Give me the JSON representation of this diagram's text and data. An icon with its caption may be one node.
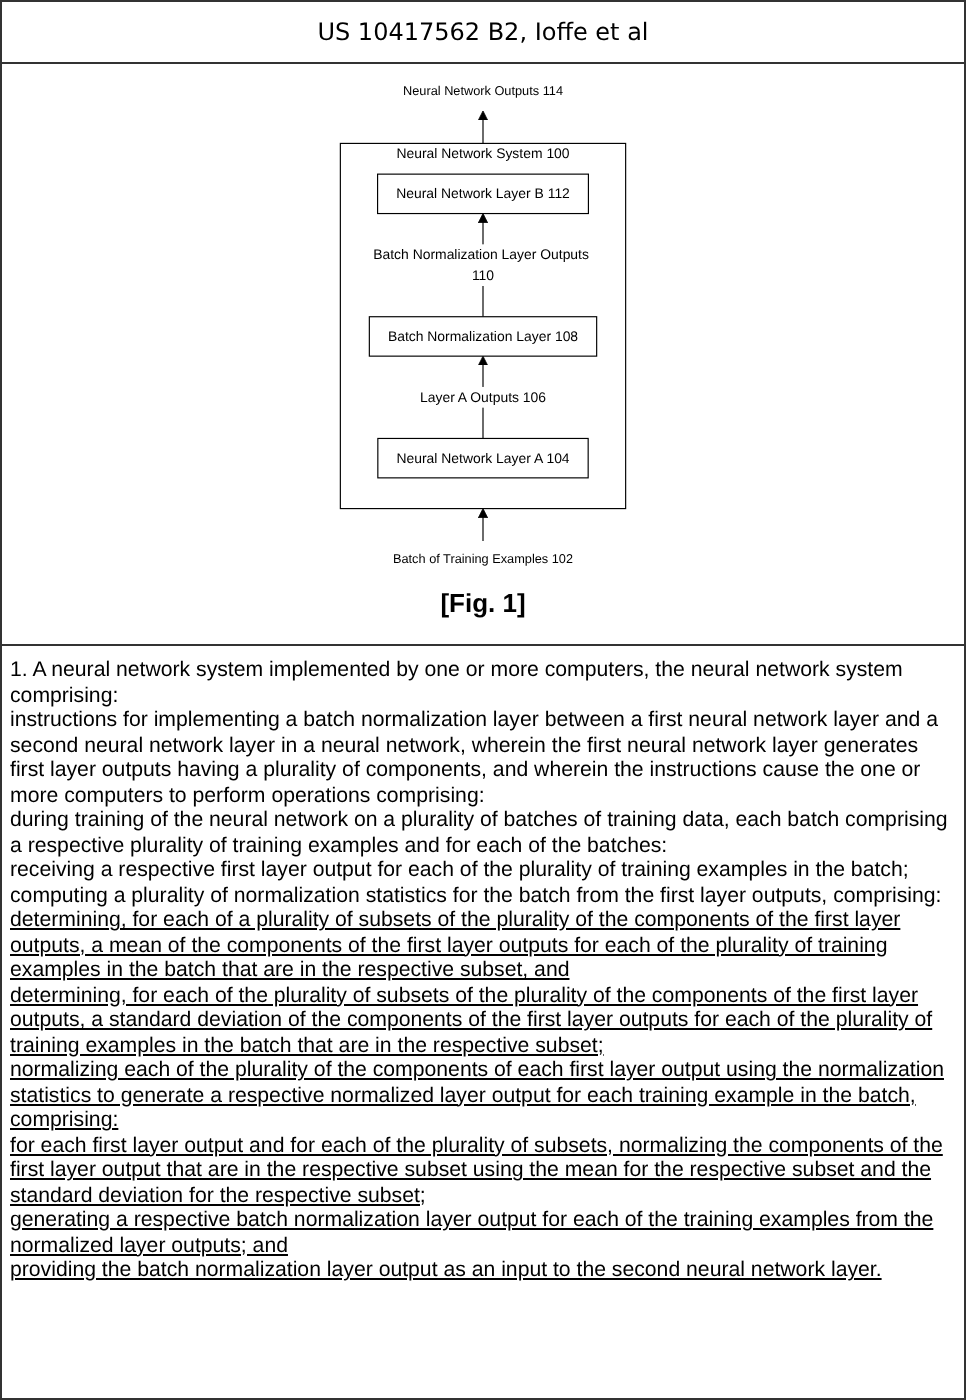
{
  "diagram": {
    "title": "US 10417562 B2, Ioffe et al",
    "caption": "[Fig. 1]",
    "nodes": [
      {
        "text": [
          "Neural Network Outputs 114"
        ]
      },
      {
        "text": [
          "Neural Network System 100"
        ]
      },
      {
        "text": [
          "Neural Network Layer B 112"
        ],
        "in": 1
      },
      {
        "text": [
          "Batch Normalization Layer 108"
        ],
        "in": 1
      },
      {
        "text": [
          "Neural Network Layer A 104"
        ],
        "in": 1
      },
      {
        "text": [
          "Batch of Training Examples 102"
        ]
      }
    ],
    "edges": [
      {
        "from": 5,
        "to": 1,
        "arrow": "to"
      },
      {
        "from": 1,
        "to": 0,
        "arrow": "to"
      },
      {
        "from": 4,
        "to": 3,
        "arrow": "to",
        "label": "Layer A Outputs 106"
      },
      {
        "from": 3,
        "to": 2,
        "arrow": "to",
        "label": "Batch Normalization Layer Outputs 110"
      }
    ],
    "labels": [
      "1. A neural network system implemented by one or more computers, the neural network system comprising:",
      "instructions for implementing a batch normalization layer between a first neural network layer and a second neural network layer in a neural network, wherein the first neural network layer generates first layer outputs having a plurality of components, and wherein the instructions cause the one or more computers to perform operations comprising:",
      "during training of the neural network on a plurality of batches of training data, each batch comprising a respective plurality of training examples and for each of the batches:",
      "receiving a respective first layer output for each of the plurality of training examples in the batch;",
      "computing a plurality of normalization statistics for the batch from the first layer outputs, comprising:",
      "determining, for each of a plurality of subsets of the plurality of the components of the first layer outputs, a mean of the components of the first layer outputs for each of the plurality of training examples in the batch that are in the respective subset, and",
      "determining, for each of the plurality of subsets of the plurality of the components of the first layer outputs, a standard deviation of the components of the first layer outputs for each of the plurality of training examples in the batch that are in the respective subset;",
      "normalizing each of the plurality of the components of each first layer output using the normalization statistics to generate a respective normalized layer output for each training example in the batch, comprising:",
      "for each first layer output and for each of the plurality of subsets, normalizing the components of the first layer output that are in the respective subset using the mean for the respective subset and the standard deviation for the respective subset;",
      "generating a respective batch normalization layer output for each of the training examples from the normalized layer outputs; and",
      "providing the batch normalization layer output as an input to the second neural network layer."
    ]
  }
}
